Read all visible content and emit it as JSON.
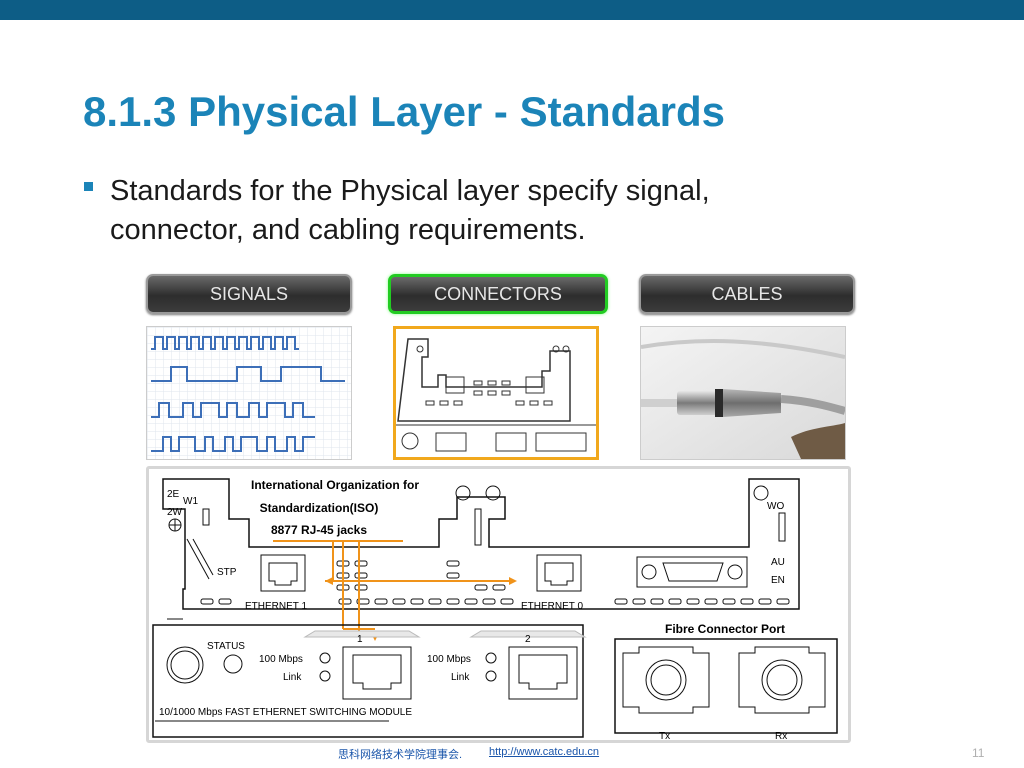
{
  "slide": {
    "title": "8.1.3 Physical Layer - Standards",
    "bullet": "Standards for the Physical layer specify signal, connector, and cabling requirements."
  },
  "tabs": [
    {
      "label": "SIGNALS",
      "active": false
    },
    {
      "label": "CONNECTORS",
      "active": true
    },
    {
      "label": "CABLES",
      "active": false
    }
  ],
  "diagram": {
    "iso_line1": "International Organization for",
    "iso_line2": "Standardization(ISO)",
    "iso_line3": "8877 RJ-45 jacks",
    "label_2e": "2E",
    "label_w1": "W1",
    "label_2w": "2W",
    "label_stp": "STP",
    "label_wo": "WO",
    "label_au": "AU",
    "label_en": "EN",
    "label_ethernet1": "ETHERNET 1",
    "label_ethernet0": "ETHERNET 0",
    "label_status": "STATUS",
    "label_port1": "1",
    "label_port2": "2",
    "label_100mbps_a": "100 Mbps",
    "label_link_a": "Link",
    "label_100mbps_b": "100 Mbps",
    "label_link_b": "Link",
    "label_module": "10/1000 Mbps FAST ETHERNET SWITCHING MODULE",
    "label_fibre": "Fibre Connector Port",
    "label_tx": "Tx",
    "label_rx": "Rx"
  },
  "footer": {
    "org": "思科网络技术学院理事会.",
    "url": "http://www.catc.edu.cn",
    "page": "11"
  },
  "colors": {
    "topbar": "#0d5d86",
    "title": "#1b84b8",
    "active_tab_border": "#22cc22",
    "connector_highlight": "#f1a81c",
    "arrow": "#f0931a"
  }
}
